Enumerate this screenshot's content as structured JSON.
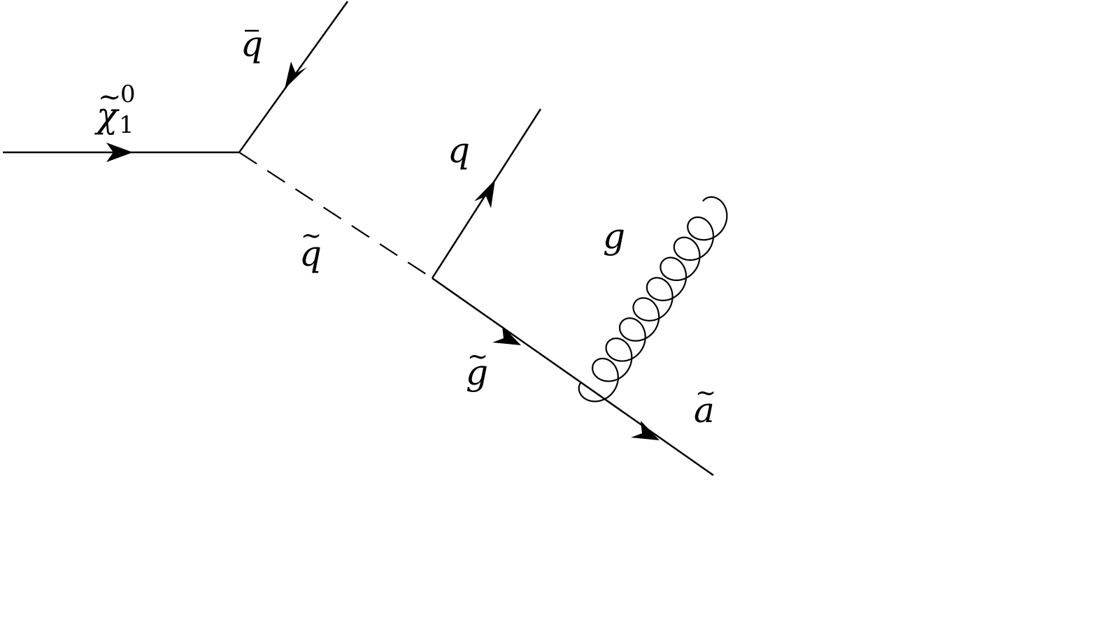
{
  "diagram": {
    "labels": {
      "neutralino": {
        "symbol": "χ",
        "sub": "1",
        "sup": "0"
      },
      "antiquark": {
        "symbol": "q"
      },
      "squark": {
        "symbol": "q"
      },
      "quark": {
        "symbol": "q"
      },
      "gluon": {
        "symbol": "g"
      },
      "gluino": {
        "symbol": "g"
      },
      "axino": {
        "symbol": "a"
      }
    },
    "colors": {
      "line": "#000000",
      "background": "#ffffff"
    }
  }
}
